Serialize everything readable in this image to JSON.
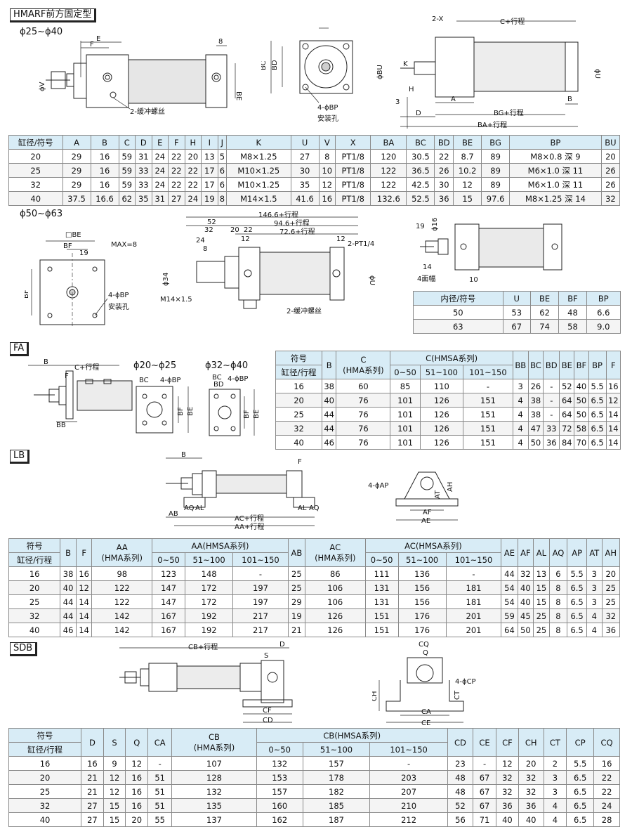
{
  "sections": {
    "hmarf": "HMARF前方固定型",
    "fa": "FA",
    "lb": "LB",
    "sdb": "SDB"
  },
  "diameters": {
    "d25_40": "ϕ25~ϕ40",
    "d50_63": "ϕ50~ϕ63",
    "d20_25": "ϕ20~ϕ25",
    "d32_40": "ϕ32~ϕ40"
  },
  "notes": {
    "cushion": "2-缓冲螺丝",
    "mount_hole": "安装孔",
    "bp_holes": "4-ϕBP",
    "cp_holes": "4-ϕCP",
    "ap_holes": "4-ϕAP",
    "two_x": "2-X",
    "c_stroke": "C+行程",
    "bg_stroke": "BG+行程",
    "ba_stroke": "BA+行程",
    "max8": "MAX=8",
    "l146": "146.6+行程",
    "l94": "94.6+行程",
    "l72": "72.6+行程",
    "pt14": "2-PT1/4",
    "m14": "M14×1.5",
    "face4": "4面幅",
    "ac_stroke": "AC+行程",
    "aa_stroke": "AA+行程",
    "cb_stroke": "CB+行程"
  },
  "table1": {
    "headers": [
      "缸径/符号",
      "A",
      "B",
      "C",
      "D",
      "E",
      "F",
      "H",
      "I",
      "J",
      "K",
      "U",
      "V",
      "X",
      "BA",
      "BC",
      "BD",
      "BE",
      "BG",
      "BP",
      "BU"
    ],
    "rows": [
      [
        "20",
        "29",
        "16",
        "59",
        "31",
        "24",
        "22",
        "20",
        "13",
        "5",
        "M8×1.25",
        "27",
        "8",
        "PT1/8",
        "120",
        "30.5",
        "22",
        "8.7",
        "89",
        "M8×0.8 深 9",
        "20"
      ],
      [
        "25",
        "29",
        "16",
        "59",
        "33",
        "24",
        "22",
        "22",
        "17",
        "6",
        "M10×1.25",
        "30",
        "10",
        "PT1/8",
        "122",
        "36.5",
        "26",
        "10.2",
        "89",
        "M6×1.0 深 11",
        "26"
      ],
      [
        "32",
        "29",
        "16",
        "59",
        "33",
        "24",
        "22",
        "22",
        "17",
        "6",
        "M10×1.25",
        "35",
        "12",
        "PT1/8",
        "122",
        "42.5",
        "30",
        "12",
        "89",
        "M6×1.0 深 11",
        "26"
      ],
      [
        "40",
        "37.5",
        "16.6",
        "62",
        "35",
        "31",
        "27",
        "24",
        "19",
        "8",
        "M14×1.5",
        "41.6",
        "16",
        "PT1/8",
        "132.6",
        "52.5",
        "36",
        "15",
        "97.6",
        "M8×1.25 深 14",
        "32"
      ]
    ]
  },
  "table2": {
    "headers": [
      "内径/符号",
      "U",
      "BE",
      "BF",
      "BP"
    ],
    "rows": [
      [
        "50",
        "53",
        "62",
        "48",
        "6.6"
      ],
      [
        "63",
        "67",
        "74",
        "58",
        "9.0"
      ]
    ]
  },
  "table3": {
    "h_sym": "符号",
    "h_bore": "缸径/行程",
    "h_b": "B",
    "h_c": "C",
    "h_c_sub": "(HMA系列)",
    "h_chmsa": "C(HMSA系列)",
    "h_r1": "0~50",
    "h_r2": "51~100",
    "h_r3": "101~150",
    "h_rest": [
      "BB",
      "BC",
      "BD",
      "BE",
      "BF",
      "BP",
      "F"
    ],
    "rows": [
      [
        "16",
        "38",
        "60",
        "85",
        "110",
        "-",
        "3",
        "26",
        "-",
        "52",
        "40",
        "5.5",
        "16"
      ],
      [
        "20",
        "40",
        "76",
        "101",
        "126",
        "151",
        "4",
        "38",
        "-",
        "64",
        "50",
        "6.5",
        "12"
      ],
      [
        "25",
        "44",
        "76",
        "101",
        "126",
        "151",
        "4",
        "38",
        "-",
        "64",
        "50",
        "6.5",
        "14"
      ],
      [
        "32",
        "44",
        "76",
        "101",
        "126",
        "151",
        "4",
        "47",
        "33",
        "72",
        "58",
        "6.5",
        "14"
      ],
      [
        "40",
        "46",
        "76",
        "101",
        "126",
        "151",
        "4",
        "50",
        "36",
        "84",
        "70",
        "6.5",
        "14"
      ]
    ]
  },
  "table4": {
    "h_sym": "符号",
    "h_bore": "缸径/行程",
    "h_b": "B",
    "h_f": "F",
    "h_aa": "AA",
    "h_aa_sub": "(HMA系列)",
    "h_aahmsa": "AA(HMSA系列)",
    "h_ab": "AB",
    "h_ac": "AC",
    "h_ac_sub": "(HMA系列)",
    "h_achmsa": "AC(HMSA系列)",
    "h_r1": "0~50",
    "h_r2": "51~100",
    "h_r3": "101~150",
    "h_rest": [
      "AE",
      "AF",
      "AL",
      "AQ",
      "AP",
      "AT",
      "AH"
    ],
    "rows": [
      [
        "16",
        "38",
        "16",
        "98",
        "123",
        "148",
        "-",
        "25",
        "86",
        "111",
        "136",
        "-",
        "44",
        "32",
        "13",
        "6",
        "5.5",
        "3",
        "20"
      ],
      [
        "20",
        "40",
        "12",
        "122",
        "147",
        "172",
        "197",
        "25",
        "106",
        "131",
        "156",
        "181",
        "54",
        "40",
        "15",
        "8",
        "6.5",
        "3",
        "25"
      ],
      [
        "25",
        "44",
        "14",
        "122",
        "147",
        "172",
        "197",
        "29",
        "106",
        "131",
        "156",
        "181",
        "54",
        "40",
        "15",
        "8",
        "6.5",
        "3",
        "25"
      ],
      [
        "32",
        "44",
        "14",
        "142",
        "167",
        "192",
        "217",
        "19",
        "126",
        "151",
        "176",
        "201",
        "59",
        "45",
        "25",
        "8",
        "6.5",
        "4",
        "32"
      ],
      [
        "40",
        "46",
        "14",
        "142",
        "167",
        "192",
        "217",
        "21",
        "126",
        "151",
        "176",
        "201",
        "64",
        "50",
        "25",
        "8",
        "6.5",
        "4",
        "36"
      ]
    ]
  },
  "table5": {
    "h_sym": "符号",
    "h_bore": "缸径/行程",
    "h_pre": [
      "D",
      "S",
      "Q",
      "CA"
    ],
    "h_cb": "CB",
    "h_cb_sub": "(HMA系列)",
    "h_cbhmsa": "CB(HMSA系列)",
    "h_r1": "0~50",
    "h_r2": "51~100",
    "h_r3": "101~150",
    "h_rest": [
      "CD",
      "CE",
      "CF",
      "CH",
      "CT",
      "CP",
      "CQ"
    ],
    "rows": [
      [
        "16",
        "16",
        "9",
        "12",
        "-",
        "107",
        "132",
        "157",
        "-",
        "23",
        "-",
        "12",
        "20",
        "2",
        "5.5",
        "16"
      ],
      [
        "20",
        "21",
        "12",
        "16",
        "51",
        "128",
        "153",
        "178",
        "203",
        "48",
        "67",
        "32",
        "32",
        "3",
        "6.5",
        "22"
      ],
      [
        "25",
        "21",
        "12",
        "16",
        "51",
        "132",
        "157",
        "182",
        "207",
        "48",
        "67",
        "32",
        "32",
        "3",
        "6.5",
        "22"
      ],
      [
        "32",
        "27",
        "15",
        "16",
        "51",
        "135",
        "160",
        "185",
        "210",
        "52",
        "67",
        "36",
        "36",
        "4",
        "6.5",
        "24"
      ],
      [
        "40",
        "27",
        "15",
        "20",
        "55",
        "137",
        "162",
        "187",
        "212",
        "56",
        "71",
        "40",
        "40",
        "4",
        "6.5",
        "28"
      ]
    ]
  }
}
